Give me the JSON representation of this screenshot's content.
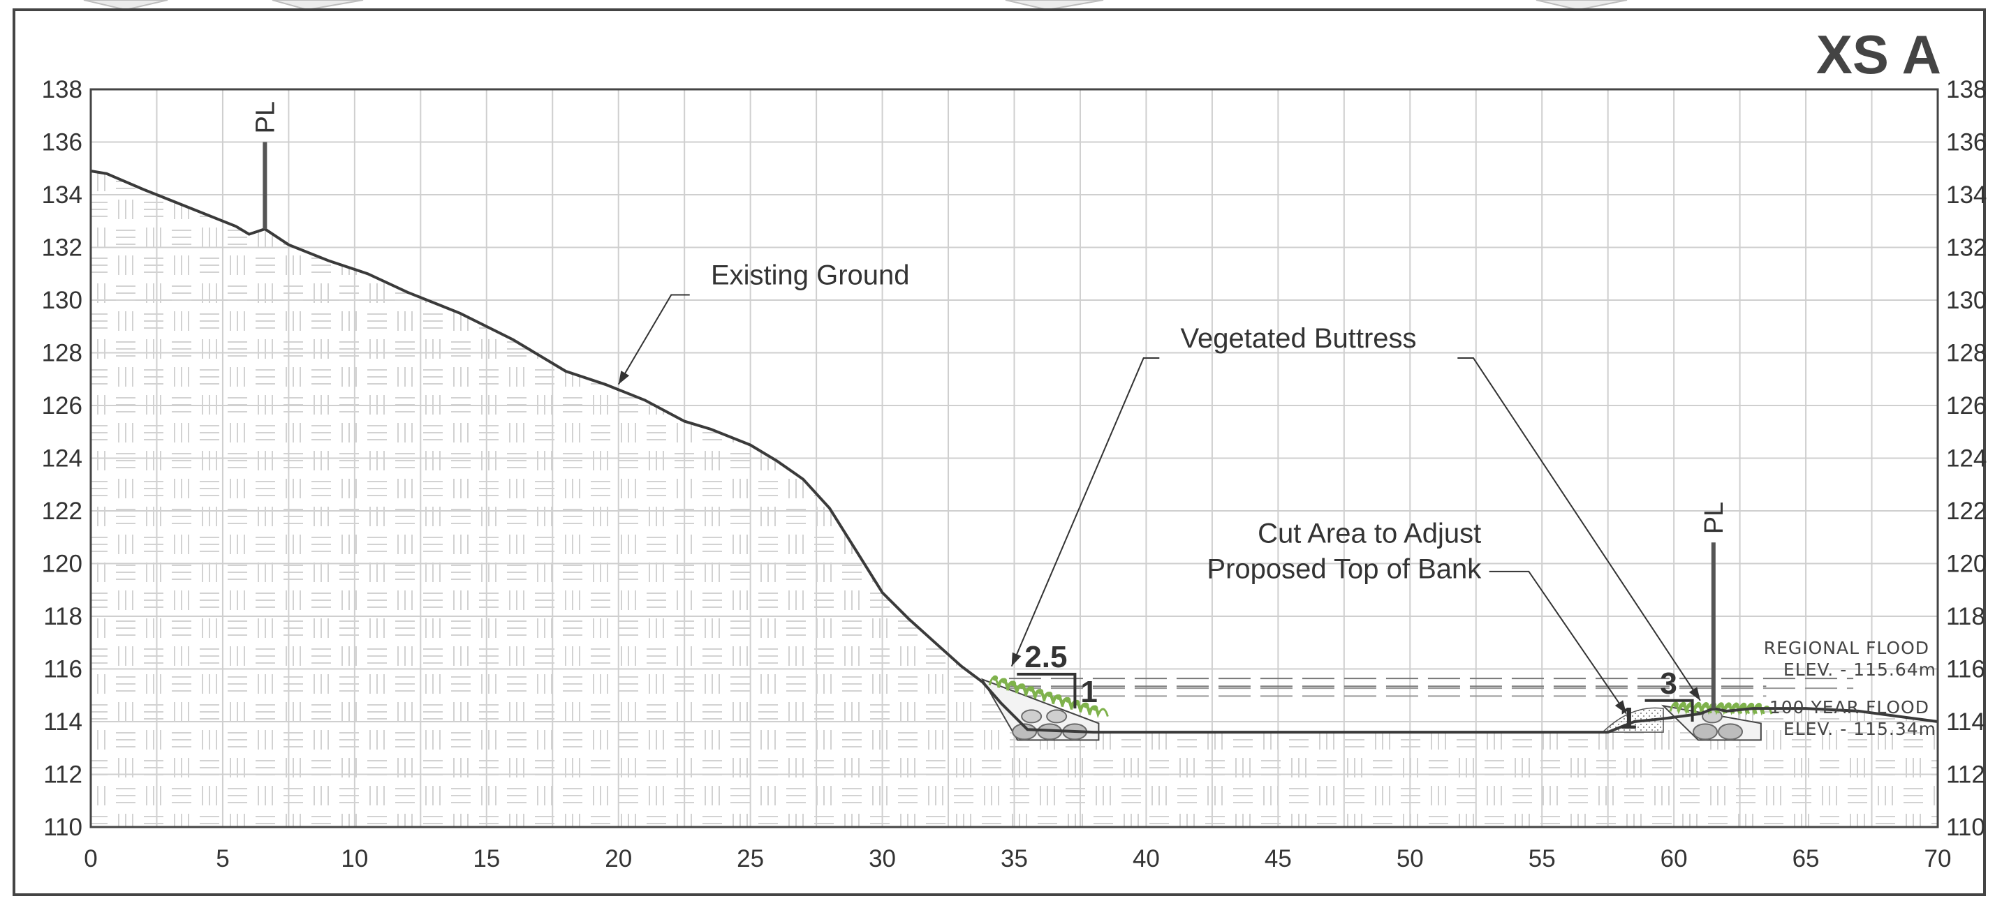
{
  "title": "XS A",
  "colors": {
    "ground_line": "#3a3a3a",
    "grid": "#cfcfcf",
    "frame": "#444444",
    "hatch": "#d2d2d2",
    "vegetation": "#7fb24c",
    "stone": "#6a6a6a"
  },
  "icons": {
    "vegetation": "vegetation-symbol-icon",
    "stone": "riprap-stone-icon"
  },
  "chart_data": {
    "type": "line",
    "title": "XS A",
    "xlabel": "",
    "ylabel": "",
    "xlim": [
      0,
      70
    ],
    "ylim": [
      110,
      138
    ],
    "x_ticks": [
      "0",
      "5",
      "10",
      "15",
      "20",
      "25",
      "30",
      "35",
      "40",
      "45",
      "50",
      "55",
      "60",
      "65",
      "70"
    ],
    "y_ticks": [
      "110",
      "112",
      "114",
      "116",
      "118",
      "120",
      "122",
      "124",
      "126",
      "128",
      "130",
      "132",
      "134",
      "136",
      "138"
    ],
    "grid": true,
    "series": [
      {
        "id": "existing-ground",
        "x": [
          0,
          0.6,
          2,
          4,
          5.5,
          6,
          6.6,
          7.5,
          9,
          10.5,
          12,
          14,
          16,
          18,
          19.5,
          21,
          22.5,
          23.5,
          25,
          26,
          27,
          28,
          29,
          30,
          31,
          32,
          33,
          33.8,
          34.5,
          35.5,
          38,
          45,
          50,
          55,
          57.5,
          58.5,
          59.5,
          61,
          61.5,
          62,
          63,
          65,
          67,
          70
        ],
        "y": [
          134.9,
          134.8,
          134.2,
          133.4,
          132.8,
          132.5,
          132.7,
          132.1,
          131.5,
          131,
          130.3,
          129.5,
          128.5,
          127.3,
          126.8,
          126.2,
          125.4,
          125.1,
          124.5,
          123.9,
          123.2,
          122.1,
          120.5,
          118.9,
          117.9,
          117,
          116.1,
          115.5,
          114.7,
          113.7,
          113.6,
          113.6,
          113.6,
          113.6,
          113.6,
          114,
          114.1,
          114.3,
          114.5,
          114.4,
          114.5,
          114.5,
          114.4,
          114
        ]
      }
    ],
    "water_levels": [
      {
        "id": "regional-flood",
        "line1": "REGIONAL FLOOD",
        "line2": "ELEV. - 115.64m",
        "elev": 115.64
      },
      {
        "id": "100-year-flood",
        "line1": "100 YEAR FLOOD",
        "line2": "ELEV. - 115.34m",
        "elev": 115.34
      }
    ],
    "property_lines": [
      {
        "label": "PL",
        "x": 6.6,
        "bottom": 132.7,
        "top": 136
      },
      {
        "label": "PL",
        "x": 61.5,
        "bottom": 114.5,
        "top": 120.8
      }
    ],
    "buttresses": [
      {
        "x0": 33.8,
        "x1": 38.2,
        "toe": 113.3,
        "top": 115.6
      },
      {
        "x0": 59.6,
        "x1": 63.3,
        "toe": 113.3,
        "top": 114.6
      }
    ],
    "slope_labels": [
      {
        "run": "2.5",
        "rise": "1",
        "x0": 35.1,
        "x1": 37.3,
        "y": 115.8,
        "drop": 114.5
      },
      {
        "run": "3",
        "rise": "1",
        "x0": 58.9,
        "x1": 60.7,
        "y": 114.8,
        "drop": 114.0
      }
    ],
    "annotations": [
      {
        "id": "existing-ground",
        "lines": [
          "Existing Ground"
        ],
        "tx": 23.5,
        "ty": 130.6,
        "anchor": "start",
        "leader": [
          [
            22.7,
            130.2
          ],
          [
            22.0,
            130.2
          ],
          [
            20.0,
            126.8
          ]
        ]
      },
      {
        "id": "vegetated-buttress",
        "lines": [
          "Vegetated Buttress"
        ],
        "tx": 41.3,
        "ty": 128.2,
        "anchor": "start",
        "leader": [
          [
            40.5,
            127.8
          ],
          [
            39.9,
            127.8
          ],
          [
            34.9,
            116.1
          ]
        ],
        "leader2": [
          [
            51.8,
            127.8
          ],
          [
            52.4,
            127.8
          ],
          [
            61.0,
            114.8
          ]
        ]
      },
      {
        "id": "cut-area",
        "lines": [
          "Cut Area to Adjust",
          "Proposed Top of Bank"
        ],
        "tx": 52.7,
        "ty": 120.8,
        "anchor": "end",
        "leader": [
          [
            53.0,
            119.7
          ],
          [
            54.5,
            119.7
          ],
          [
            58.2,
            114.3
          ]
        ]
      }
    ]
  }
}
